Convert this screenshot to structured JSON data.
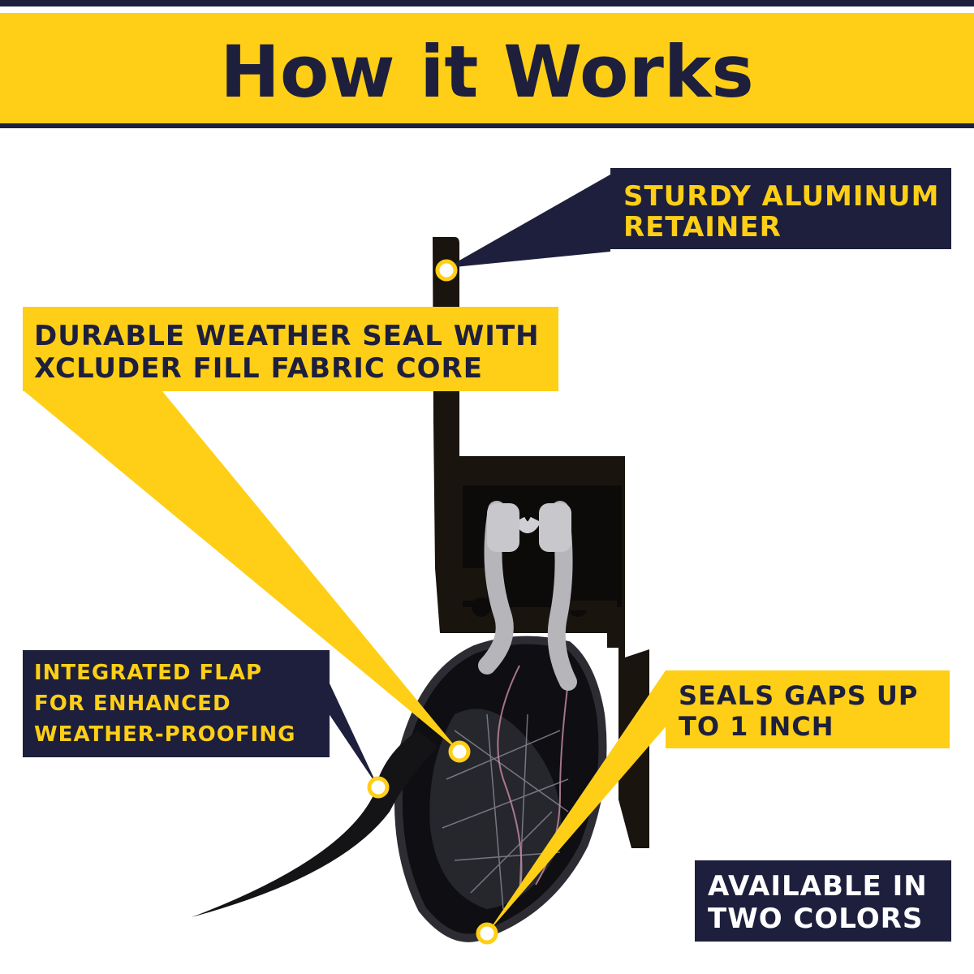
{
  "banner": {
    "title": "How it Works"
  },
  "callouts": {
    "aluminum_line1": "STURDY ALUMINUM",
    "aluminum_line2": "RETAINER",
    "seal_line1": "DURABLE WEATHER SEAL WITH",
    "seal_line2": "XCLUDER FILL FABRIC CORE",
    "flap_line1": "INTEGRATED FLAP",
    "flap_line2": "FOR ENHANCED",
    "flap_line3": "WEATHER-PROOFING",
    "gaps_line1": "SEALS GAPS UP",
    "gaps_line2": "TO 1 INCH",
    "colors_line1": "AVAILABLE IN",
    "colors_line2": "TWO COLORS"
  },
  "colors": {
    "yellow": "#fecf16",
    "navy": "#1d1f3d",
    "product_black": "#17140f",
    "background": "#ffffff"
  }
}
